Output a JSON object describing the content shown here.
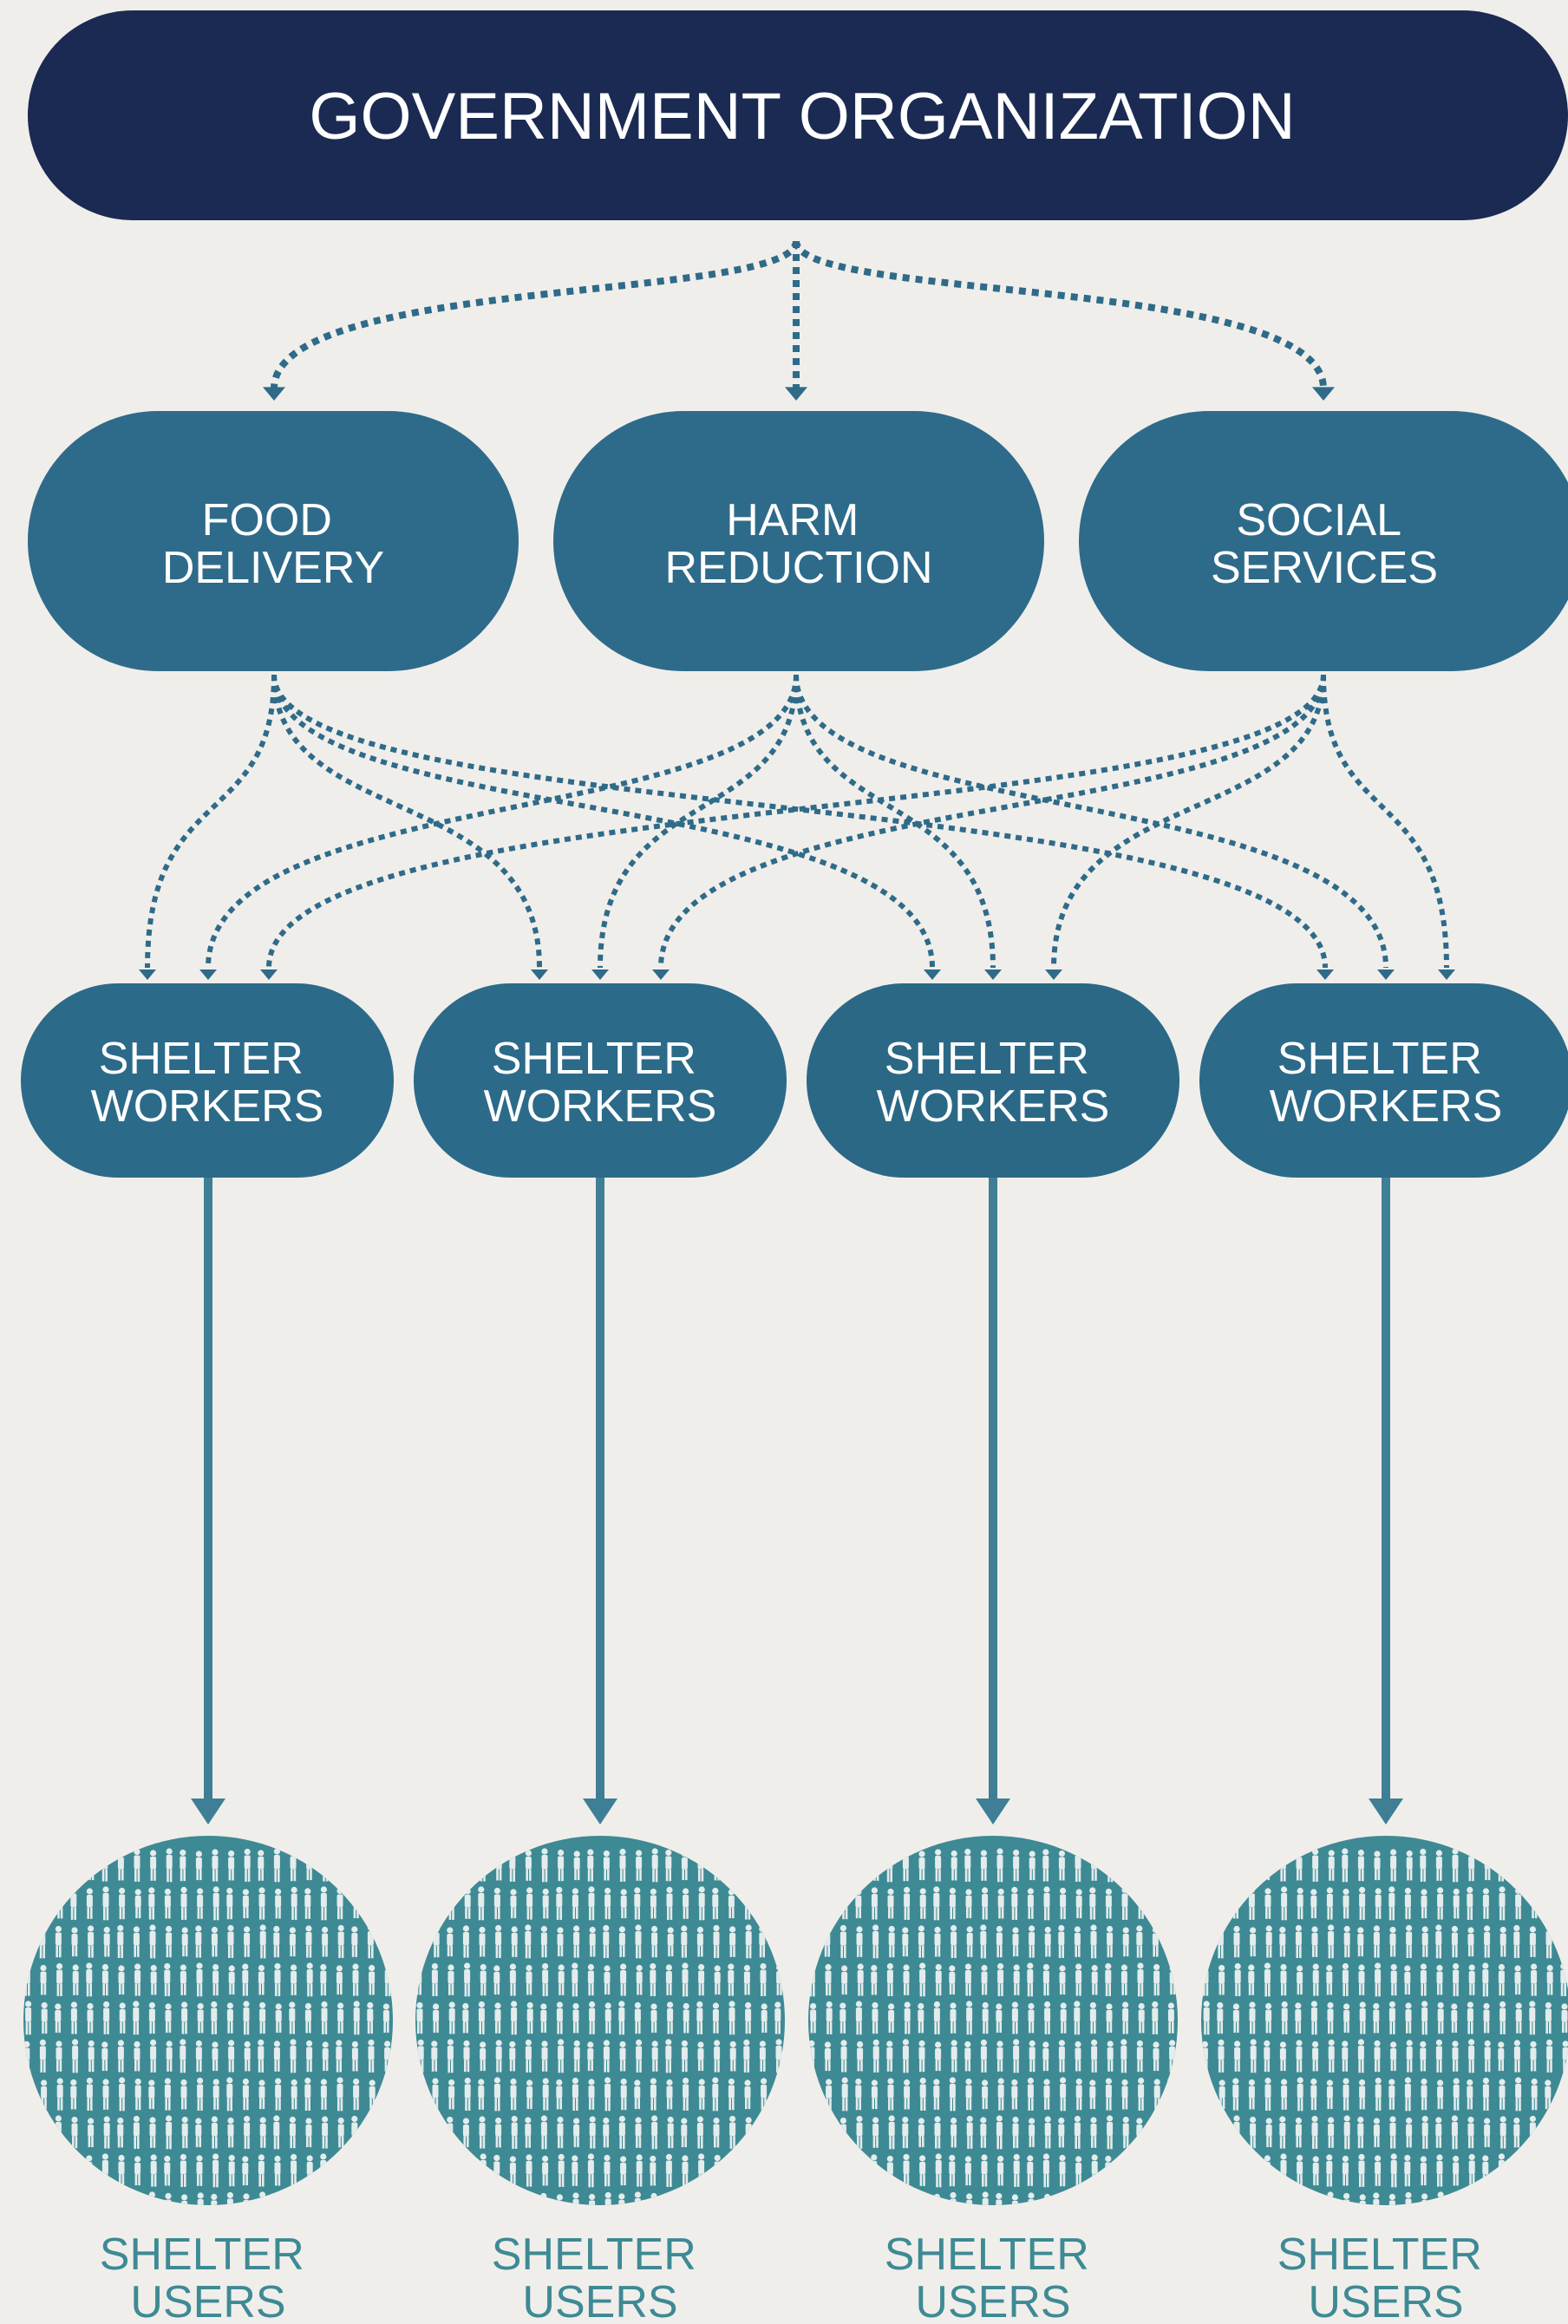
{
  "title": "GOVERNMENT ORGANIZATION",
  "services": [
    {
      "line1": "FOOD",
      "line2": "DELIVERY"
    },
    {
      "line1": "HARM",
      "line2": "REDUCTION"
    },
    {
      "line1": "SOCIAL",
      "line2": "SERVICES"
    }
  ],
  "workers": [
    {
      "line1": "SHELTER",
      "line2": "WORKERS"
    },
    {
      "line1": "SHELTER",
      "line2": "WORKERS"
    },
    {
      "line1": "SHELTER",
      "line2": "WORKERS"
    },
    {
      "line1": "SHELTER",
      "line2": "WORKERS"
    }
  ],
  "users": [
    {
      "line1": "SHELTER",
      "line2": "USERS"
    },
    {
      "line1": "SHELTER",
      "line2": "USERS"
    },
    {
      "line1": "SHELTER",
      "line2": "USERS"
    },
    {
      "line1": "SHELTER",
      "line2": "USERS"
    }
  ],
  "colors": {
    "navy": "#1b2a52",
    "service": "#2e6b8a",
    "worker": "#2c6a89",
    "users": "#3e8a94",
    "connector": "#2f6b89",
    "figure": "#e4ecec",
    "background": "#f0eeeb"
  }
}
